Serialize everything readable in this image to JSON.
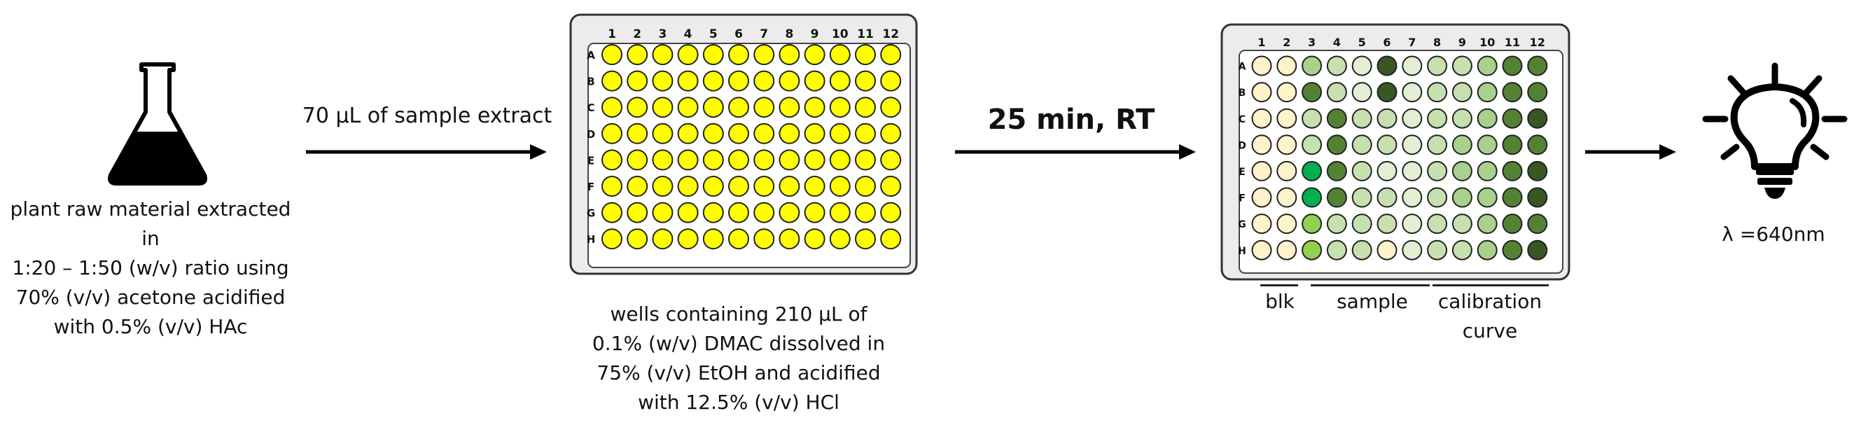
{
  "flask": {
    "caption_lines": [
      "plant raw material extracted in",
      "1:20 – 1:50 (w/v) ratio using",
      "70% (v/v) acetone acidified",
      "with 0.5% (v/v) HAc"
    ]
  },
  "arrows": {
    "step1_label": "70 µL  of sample extract",
    "step2_label": "25 min, RT"
  },
  "plate1": {
    "columns": [
      "1",
      "2",
      "3",
      "4",
      "5",
      "6",
      "7",
      "8",
      "9",
      "10",
      "11",
      "12"
    ],
    "rows": [
      "A",
      "B",
      "C",
      "D",
      "E",
      "F",
      "G",
      "H"
    ],
    "well_color": "#ffff00",
    "caption_lines": [
      "wells containing 210 µL of",
      "0.1% (w/v) DMAC dissolved in",
      "75% (v/v) EtOH and acidified",
      "with 12.5% (v/v) HCl"
    ]
  },
  "plate2": {
    "columns": [
      "1",
      "2",
      "3",
      "4",
      "5",
      "6",
      "7",
      "8",
      "9",
      "10",
      "11",
      "12"
    ],
    "rows": [
      "A",
      "B",
      "C",
      "D",
      "E",
      "F",
      "G",
      "H"
    ],
    "palette": {
      "blank": "#fff3cc",
      "pale": "#e2efd4",
      "light": "#c6e0b0",
      "mid": "#a9d18e",
      "bright": "#92d050",
      "emerald": "#00b050",
      "dark": "#548235",
      "darkest": "#385723"
    },
    "wells": [
      [
        "blank",
        "blank",
        "mid",
        "light",
        "pale",
        "darkest",
        "pale",
        "light",
        "light",
        "mid",
        "dark",
        "dark"
      ],
      [
        "blank",
        "blank",
        "dark",
        "light",
        "pale",
        "darkest",
        "pale",
        "light",
        "light",
        "mid",
        "dark",
        "dark"
      ],
      [
        "blank",
        "blank",
        "light",
        "dark",
        "light",
        "light",
        "pale",
        "light",
        "light",
        "mid",
        "dark",
        "darkest"
      ],
      [
        "blank",
        "blank",
        "light",
        "dark",
        "light",
        "light",
        "pale",
        "light",
        "mid",
        "mid",
        "dark",
        "dark"
      ],
      [
        "blank",
        "blank",
        "emerald",
        "dark",
        "light",
        "pale",
        "pale",
        "light",
        "mid",
        "mid",
        "dark",
        "darkest"
      ],
      [
        "blank",
        "blank",
        "emerald",
        "dark",
        "light",
        "light",
        "pale",
        "light",
        "mid",
        "mid",
        "dark",
        "darkest"
      ],
      [
        "blank",
        "blank",
        "bright",
        "light",
        "light",
        "light",
        "pale",
        "light",
        "light",
        "mid",
        "dark",
        "dark"
      ],
      [
        "blank",
        "blank",
        "bright",
        "light",
        "light",
        "blank",
        "pale",
        "light",
        "light",
        "mid",
        "dark",
        "darkest"
      ]
    ],
    "groups": {
      "blank": "blk",
      "sample": "sample",
      "calibration": [
        "calibration",
        "curve"
      ]
    }
  },
  "detector": {
    "wavelength_label": "λ =640nm"
  }
}
